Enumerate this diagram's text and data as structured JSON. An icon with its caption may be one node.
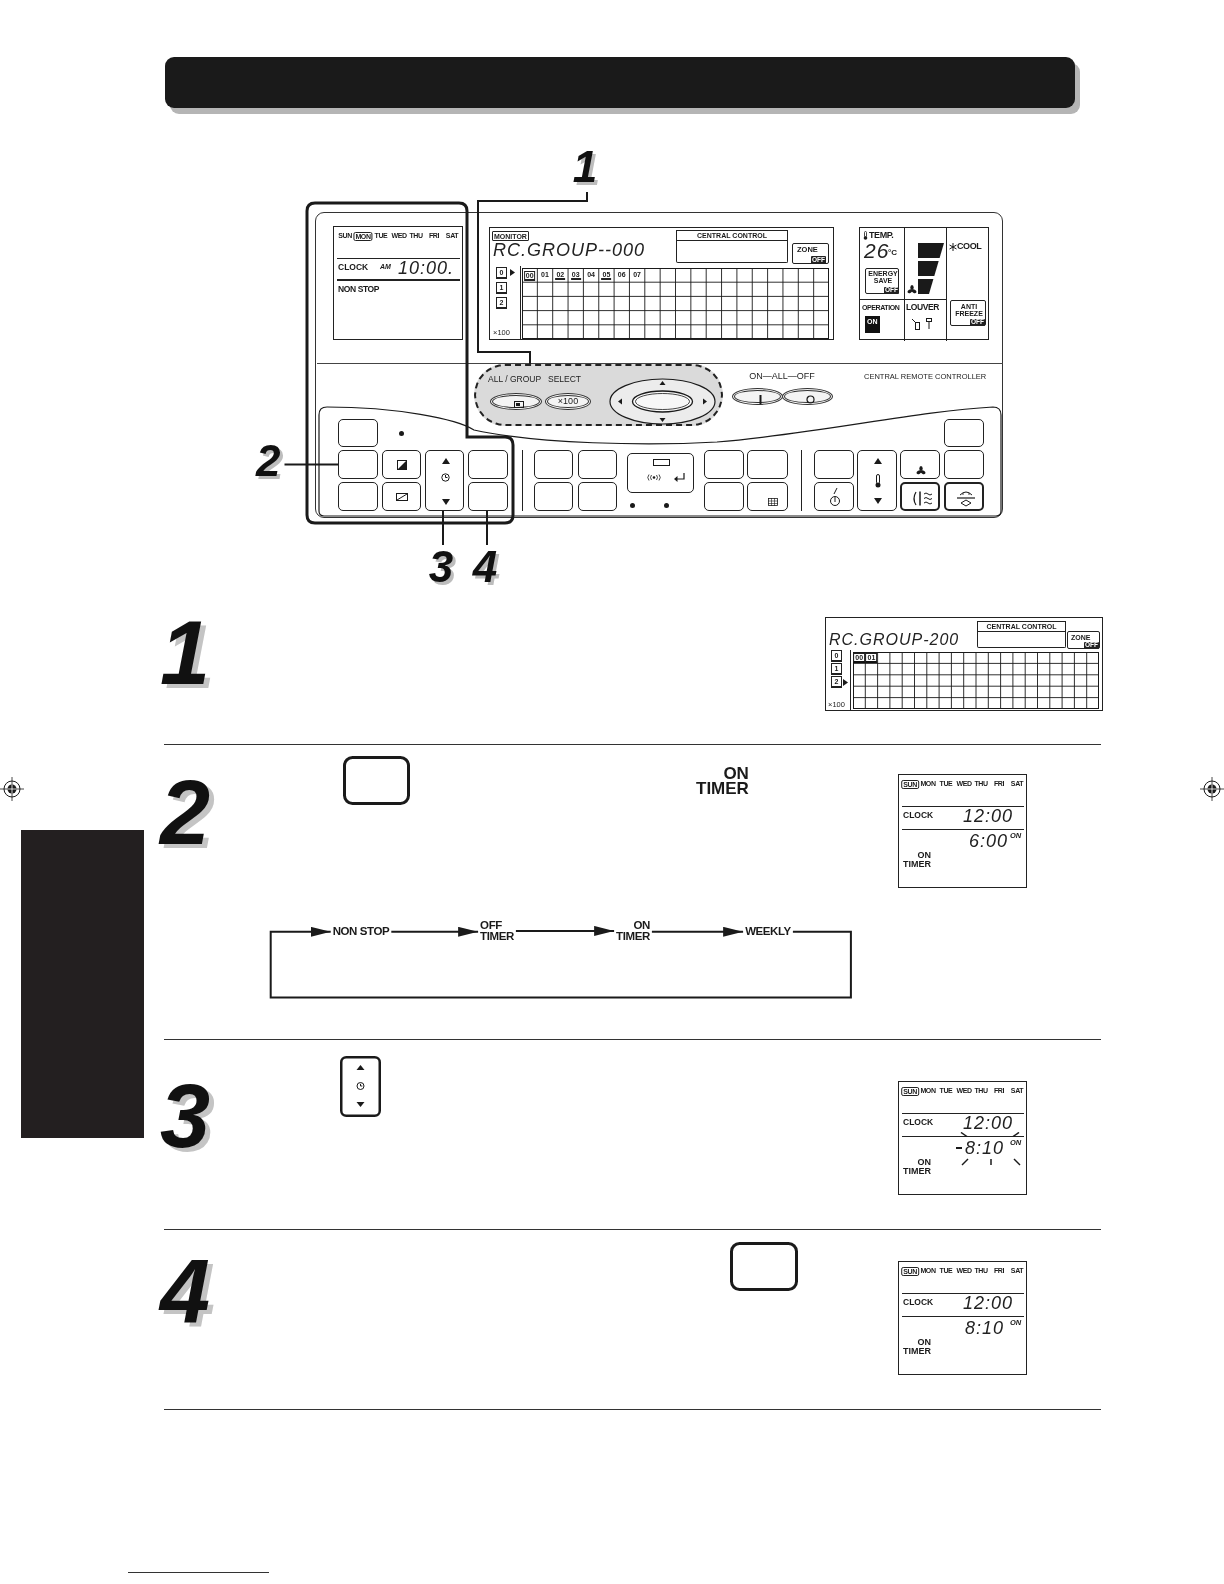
{
  "diagram": {
    "nodes": [
      {
        "text": [
          "1"
        ]
      },
      {
        "text": [
          "ON—ALL—OFF",
          "CENTRAL REMOTE CONTROLLER"
        ]
      },
      {
        "text": [
          "SUN",
          "MON",
          "TUE",
          "WED",
          "THU",
          "FRI",
          "SAT",
          "CLOCK",
          "AM",
          "10:00.",
          "NON STOP"
        ],
        "in": 1
      },
      {
        "text": [
          "MONITOR",
          "RC.GROUP--000",
          "CENTRAL CONTROL",
          "ZONE",
          "OFF",
          "0",
          "1",
          "2",
          "00",
          "01",
          "02",
          "03",
          "04",
          "05",
          "06",
          "07",
          "×100"
        ],
        "in": 1
      },
      {
        "text": [
          "TEMP.",
          "26",
          "°C",
          "ENERGY SAVE",
          "OFF",
          "COOL",
          "OPERATION",
          "ON",
          "LOUVER",
          "ANTI FREEZE",
          "OFF"
        ],
        "in": 1
      },
      {
        "text": [
          "ALL / GROUP",
          "SELECT",
          "×100"
        ],
        "in": 1
      },
      {
        "text": [
          "2"
        ]
      },
      {
        "text": [],
        "shape": "box",
        "in": 1
      },
      {
        "text": [],
        "shape": "box",
        "in": 1
      },
      {
        "text": [],
        "shape": "box",
        "in": 1
      },
      {
        "text": [],
        "shape": "box",
        "in": 1
      },
      {
        "text": [],
        "shape": "box",
        "in": 1
      },
      {
        "text": [],
        "shape": "box",
        "in": 1
      },
      {
        "text": [],
        "shape": "box",
        "in": 1
      },
      {
        "text": [],
        "shape": "box",
        "in": 1
      },
      {
        "text": [],
        "shape": "box",
        "in": 1
      },
      {
        "text": [],
        "shape": "box",
        "in": 1
      },
      {
        "text": [],
        "shape": "box",
        "in": 1
      },
      {
        "text": [],
        "shape": "box",
        "in": 1
      },
      {
        "text": [],
        "shape": "box",
        "in": 1
      },
      {
        "text": [],
        "shape": "box",
        "in": 1
      },
      {
        "text": [],
        "shape": "box",
        "in": 1
      },
      {
        "text": [],
        "shape": "box",
        "in": 1
      },
      {
        "text": [],
        "shape": "box",
        "in": 1
      },
      {
        "text": [],
        "shape": "box",
        "in": 1
      },
      {
        "text": [],
        "shape": "box",
        "in": 1
      },
      {
        "text": [],
        "shape": "box",
        "in": 1
      },
      {
        "text": [],
        "shape": "box",
        "in": 1
      },
      {
        "text": [],
        "shape": "box",
        "in": 1
      },
      {
        "text": [],
        "shape": "box",
        "in": 1
      },
      {
        "text": [],
        "shape": "box",
        "in": 1
      },
      {
        "text": [],
        "shape": "box",
        "in": 1
      },
      {
        "text": [
          "3"
        ]
      },
      {
        "text": [
          "4"
        ]
      },
      {
        "text": [
          "RC.GROUP-200",
          "CENTRAL CONTROL",
          "ZONE",
          "OFF",
          "0",
          "1",
          "2",
          "00",
          "01",
          "×100"
        ]
      },
      {
        "text": [
          "SUN",
          "MON",
          "TUE",
          "WED",
          "THU",
          "FRI",
          "SAT",
          "CLOCK",
          "12:00",
          "6:00",
          "ON",
          "ON TIMER"
        ]
      },
      {
        "text": [],
        "shape": "box"
      },
      {
        "text": [
          "NON STOP"
        ]
      },
      {
        "text": [
          "OFF TIMER"
        ]
      },
      {
        "text": [
          "ON TIMER"
        ]
      },
      {
        "text": [
          "WEEKLY"
        ]
      },
      {
        "text": [
          "SUN",
          "MON",
          "TUE",
          "WED",
          "THU",
          "FRI",
          "SAT",
          "CLOCK",
          "12:00",
          "8:10",
          "ON",
          "ON TIMER"
        ]
      },
      {
        "text": [
          "SUN",
          "MON",
          "TUE",
          "WED",
          "THU",
          "FRI",
          "SAT",
          "CLOCK",
          "12:00",
          "8:10",
          "ON",
          "ON TIMER"
        ]
      }
    ],
    "edges": [
      {
        "from": 0,
        "to": 5,
        "arrow": "none"
      },
      {
        "from": 6,
        "to": 9,
        "arrow": "none"
      },
      {
        "from": 32,
        "to": 11,
        "arrow": "none"
      },
      {
        "from": 33,
        "to": 24,
        "arrow": "none"
      },
      {
        "from": 37,
        "to": 38,
        "arrow": "to"
      },
      {
        "from": 38,
        "to": 39,
        "arrow": "to"
      },
      {
        "from": 39,
        "to": 40,
        "arrow": "to"
      },
      {
        "from": 40,
        "to": 37,
        "arrow": "to"
      }
    ],
    "labels": [
      "1",
      "2",
      "ON TIMER",
      "3",
      "4"
    ]
  }
}
